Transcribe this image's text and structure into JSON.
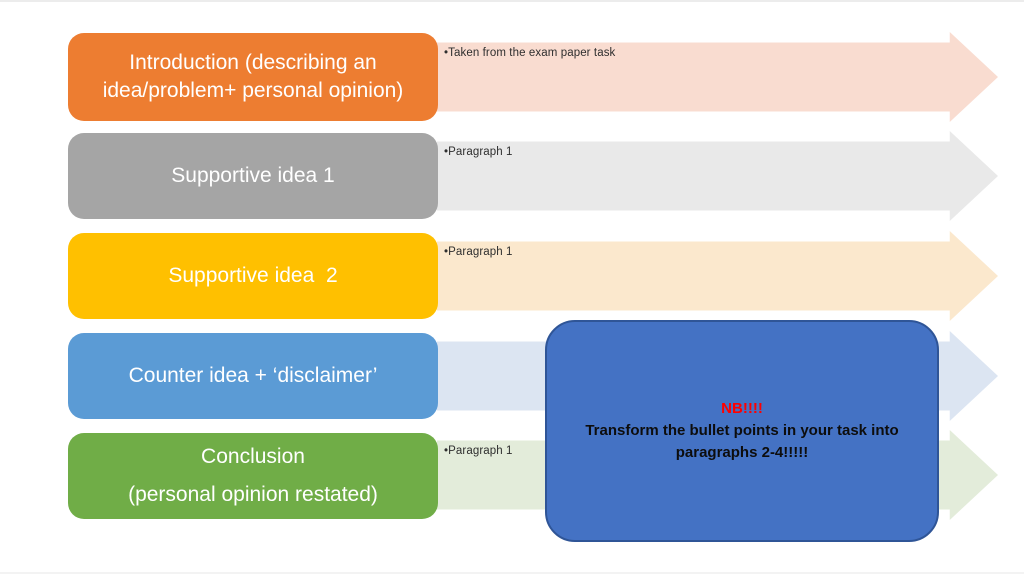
{
  "slide": {
    "rows": [
      {
        "label": "Introduction (describing an idea/problem+ personal opinion)",
        "bullet": "•Taken from the exam paper task",
        "box_color": "#ED7D31",
        "arrow_color": "#F9DCD0"
      },
      {
        "label": "Supportive idea 1",
        "bullet": "•Paragraph 1",
        "box_color": "#A5A5A5",
        "arrow_color": "#E9E9E9"
      },
      {
        "label": "Supportive idea  2",
        "bullet": "•Paragraph 1",
        "box_color": "#FFC000",
        "arrow_color": "#FBE8CD"
      },
      {
        "label": "Counter idea + ‘disclaimer’",
        "box_color": "#5B9BD5",
        "arrow_color": "#DCE5F2"
      },
      {
        "label": "Conclusion",
        "label_line2": "(personal opinion restated)",
        "bullet": "•Paragraph 1",
        "box_color": "#70AD47",
        "arrow_color": "#E3ECDA"
      }
    ],
    "callout": {
      "heading": "NB!!!!",
      "heading_color": "#FF0000",
      "body": "Transform the bullet points in your task into paragraphs 2-4!!!!!",
      "bg_color": "#4472C4",
      "border_color": "#2F5597"
    }
  }
}
